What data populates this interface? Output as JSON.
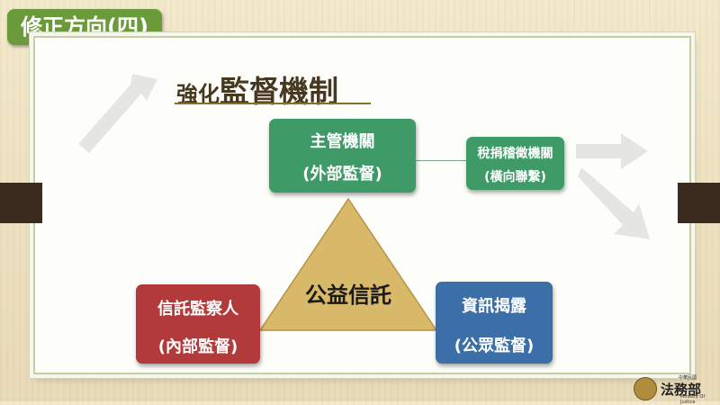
{
  "title_tab": "修正方向(四)",
  "heading": {
    "prefix": "強化",
    "emphasis": "監督機制"
  },
  "boxes": {
    "competent_authority": {
      "line1": "主管機關",
      "line2": "(外部監督)"
    },
    "tax_agency": {
      "line1": "稅捐稽徵機關",
      "line2": "(橫向聯繫)"
    },
    "trust_supervisor": {
      "line1": "信託監察人",
      "line2": "(內部監督)"
    },
    "disclosure": {
      "line1": "資訊揭露",
      "line2": "(公眾監督)"
    }
  },
  "center": "公益信託",
  "logo": {
    "name": "法務部",
    "top_text": "中華民國",
    "english": "Ministry Of Justice"
  },
  "colors": {
    "title_green": "#6b9a3a",
    "box_green": "#3e9b67",
    "box_red": "#b23a3a",
    "box_blue": "#3c6fa8",
    "triangle_fill": "#d8b869",
    "heading_text": "#463821"
  },
  "icons": [
    "arrow-up-left-icon",
    "arrow-right-icon",
    "arrow-down-right-icon",
    "seal-icon"
  ]
}
